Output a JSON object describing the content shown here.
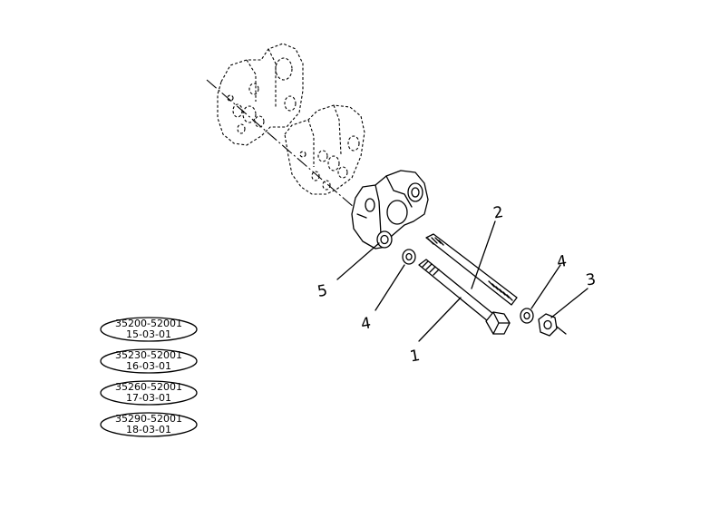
{
  "callouts": [
    {
      "id": "c1",
      "text": "1"
    },
    {
      "id": "c2",
      "text": "2"
    },
    {
      "id": "c3",
      "text": "3"
    },
    {
      "id": "c4a",
      "text": "4"
    },
    {
      "id": "c4b",
      "text": "4"
    },
    {
      "id": "c5",
      "text": "5"
    }
  ],
  "part_labels": [
    {
      "code": "35200-52001",
      "sub": "15-03-01"
    },
    {
      "code": "35230-52001",
      "sub": "16-03-01"
    },
    {
      "code": "35260-52001",
      "sub": "17-03-01"
    },
    {
      "code": "35290-52001",
      "sub": "18-03-01"
    }
  ]
}
